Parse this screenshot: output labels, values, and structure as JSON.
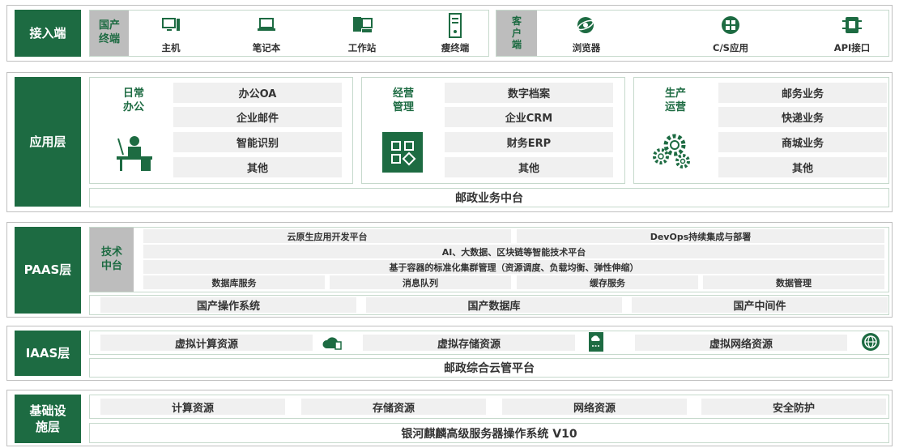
{
  "colors": {
    "brand": "#1d6b42",
    "chip_bg": "#f0f0f0",
    "grey_label": "#bdbdbd"
  },
  "access": {
    "label": "接入端",
    "domestic_label": "国产\n终端",
    "devices": [
      {
        "label": "主机",
        "icon": "desktop-icon"
      },
      {
        "label": "笔记本",
        "icon": "laptop-icon"
      },
      {
        "label": "工作站",
        "icon": "workstation-icon"
      },
      {
        "label": "瘦终端",
        "icon": "thin-client-icon"
      }
    ],
    "client_label": "客\n户\n端",
    "clients": [
      {
        "label": "浏览器",
        "icon": "browser-icon"
      },
      {
        "label": "C/S应用",
        "icon": "cs-app-icon"
      },
      {
        "label": "API接口",
        "icon": "api-icon"
      }
    ]
  },
  "app": {
    "label": "应用层",
    "groups": [
      {
        "title": "日常\n办公",
        "icon": "office-worker-icon",
        "items": [
          "办公OA",
          "企业邮件",
          "智能识别",
          "其他"
        ]
      },
      {
        "title": "经营\n管理",
        "icon": "app-grid-icon",
        "items": [
          "数字档案",
          "企业CRM",
          "财务ERP",
          "其他"
        ]
      },
      {
        "title": "生产\n运营",
        "icon": "gears-icon",
        "items": [
          "邮务业务",
          "快递业务",
          "商城业务",
          "其他"
        ]
      }
    ],
    "platform": "邮政业务中台"
  },
  "paas": {
    "label": "PAAS层",
    "tech_label": "技术\n中台",
    "row1": [
      "云原生应用开发平台",
      "DevOps持续集成与部署"
    ],
    "row2": "AI、大数据、区块链等智能技术平台",
    "row3": "基于容器的标准化集群管理（资源调度、负载均衡、弹性伸缩）",
    "row4": [
      "数据库服务",
      "消息队列",
      "缓存服务",
      "数据管理"
    ],
    "row5": [
      "国产操作系统",
      "国产数据库",
      "国产中间件"
    ]
  },
  "iaas": {
    "label": "IAAS层",
    "resources": [
      {
        "label": "虚拟计算资源",
        "icon": "cloud-compute-icon"
      },
      {
        "label": "虚拟存储资源",
        "icon": "cloud-storage-icon"
      },
      {
        "label": "虚拟网络资源",
        "icon": "globe-network-icon"
      }
    ],
    "platform": "邮政综合云管平台"
  },
  "infra": {
    "label": "基础设\n施层",
    "resources": [
      "计算资源",
      "存储资源",
      "网络资源",
      "安全防护"
    ],
    "os": "银河麒麟高级服务器操作系统 V10"
  }
}
